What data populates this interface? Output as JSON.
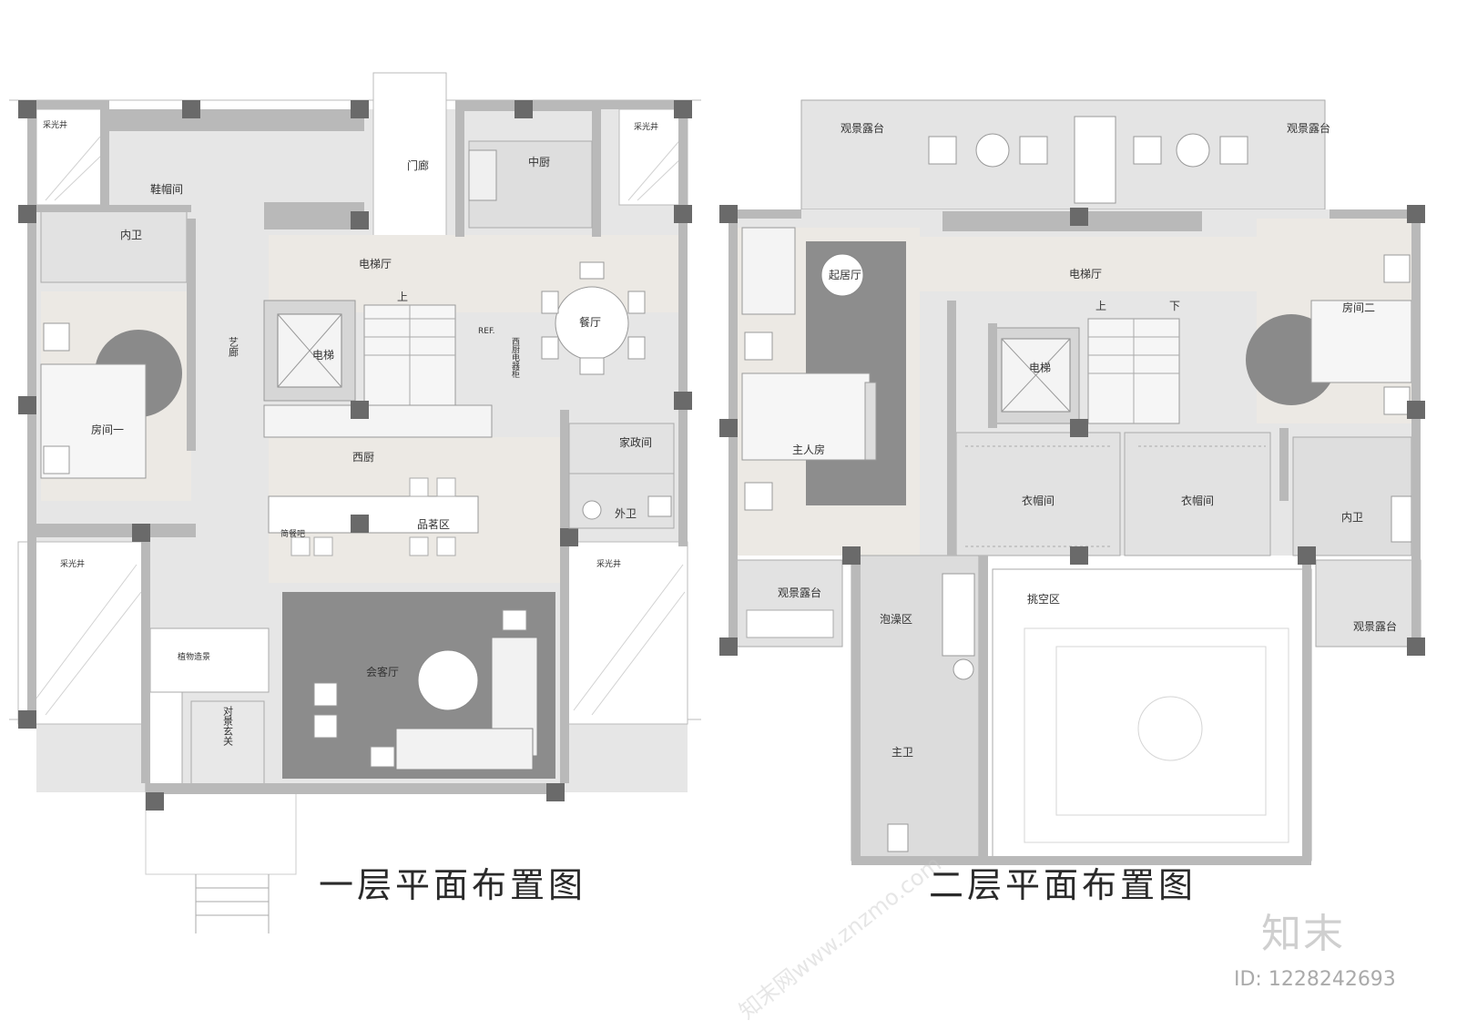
{
  "titles": {
    "floor1": "一层平面布置图",
    "floor2": "二层平面布置图"
  },
  "brand": {
    "logo": "知末",
    "id": "ID: 1228242693",
    "watermark": "知末网www.znzmo.com"
  },
  "floor1": {
    "rooms": {
      "skylight_tl": "采光井",
      "skylight_tr": "采光井",
      "skylight_bl": "采光井",
      "skylight_br": "采光井",
      "shoe_room": "鞋帽间",
      "porch": "门廊",
      "mid_kitchen": "中厨",
      "inner_bath": "内卫",
      "elevator_hall": "电梯厅",
      "up": "上",
      "elevator": "电梯",
      "ref": "REF.",
      "appliance_cab": "西厨电器柜",
      "dining": "餐厅",
      "corridor": "艺廊",
      "room1": "房间一",
      "west_kitchen": "西厨",
      "laundry": "家政间",
      "outer_bath": "外卫",
      "tea_area": "品茗区",
      "bar": "简餐吧",
      "plant": "植物造景",
      "foyer": "对景玄关",
      "living": "会客厅"
    }
  },
  "floor2": {
    "rooms": {
      "terrace_tl": "观景露台",
      "terrace_tr": "观景露台",
      "family_room": "起居厅",
      "elevator_hall": "电梯厅",
      "up": "上",
      "down": "下",
      "room2": "房间二",
      "elevator": "电梯",
      "master": "主人房",
      "closet1": "衣帽间",
      "closet2": "衣帽间",
      "inner_bath": "内卫",
      "terrace_bl": "观景露台",
      "bath_area": "泡澡区",
      "void": "挑空区",
      "terrace_br": "观景露台",
      "master_bath": "主卫"
    }
  }
}
